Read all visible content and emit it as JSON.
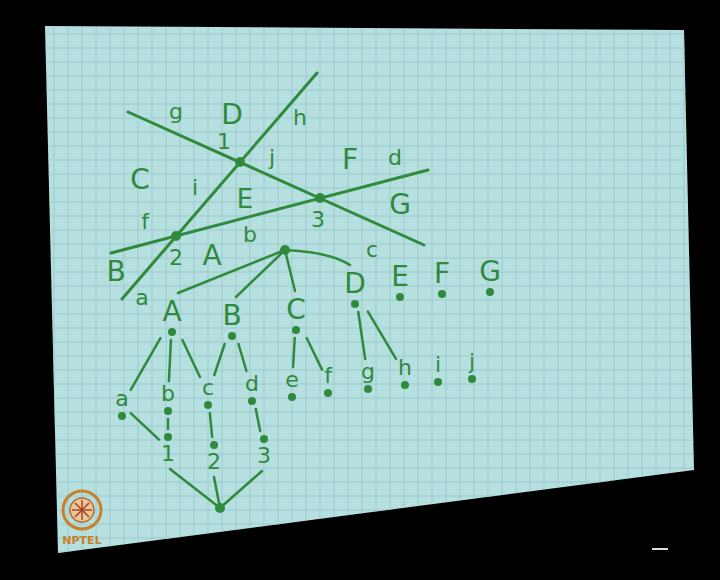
{
  "diagram": {
    "nodes": [
      {
        "text": [
          "A"
        ]
      },
      {
        "text": [
          "B"
        ]
      },
      {
        "text": [
          "C"
        ]
      },
      {
        "text": [
          "D"
        ]
      },
      {
        "text": [
          "E"
        ]
      },
      {
        "text": [
          "F"
        ]
      },
      {
        "text": [
          "G"
        ]
      },
      {
        "text": [
          "a"
        ]
      },
      {
        "text": [
          "b"
        ]
      },
      {
        "text": [
          "c"
        ]
      },
      {
        "text": [
          "d"
        ]
      },
      {
        "text": [
          "e"
        ]
      },
      {
        "text": [
          "f"
        ]
      },
      {
        "text": [
          "g"
        ]
      },
      {
        "text": [
          "h"
        ]
      },
      {
        "text": [
          "i"
        ]
      },
      {
        "text": [
          "j"
        ]
      },
      {
        "text": [
          "1"
        ]
      },
      {
        "text": [
          "2"
        ]
      },
      {
        "text": [
          "3"
        ]
      }
    ],
    "edges": [
      {
        "from": 0,
        "to": 7,
        "arrow": "none"
      },
      {
        "from": 0,
        "to": 8,
        "arrow": "none"
      },
      {
        "from": 0,
        "to": 9,
        "arrow": "none"
      },
      {
        "from": 1,
        "to": 9,
        "arrow": "none"
      },
      {
        "from": 1,
        "to": 10,
        "arrow": "none"
      },
      {
        "from": 2,
        "to": 11,
        "arrow": "none"
      },
      {
        "from": 2,
        "to": 12,
        "arrow": "none"
      },
      {
        "from": 3,
        "to": 13,
        "arrow": "none"
      },
      {
        "from": 3,
        "to": 14,
        "arrow": "none"
      },
      {
        "from": 7,
        "to": 17,
        "arrow": "none"
      },
      {
        "from": 8,
        "to": 17,
        "arrow": "none"
      },
      {
        "from": 9,
        "to": 18,
        "arrow": "none"
      },
      {
        "from": 10,
        "to": 19,
        "arrow": "none"
      }
    ],
    "labels": [
      "D",
      "h",
      "g",
      "C",
      "1",
      "j",
      "F",
      "d",
      "i",
      "E",
      "3",
      "G",
      "f",
      "2",
      "b",
      "c",
      "B",
      "a",
      "A",
      "NPTEL"
    ]
  }
}
